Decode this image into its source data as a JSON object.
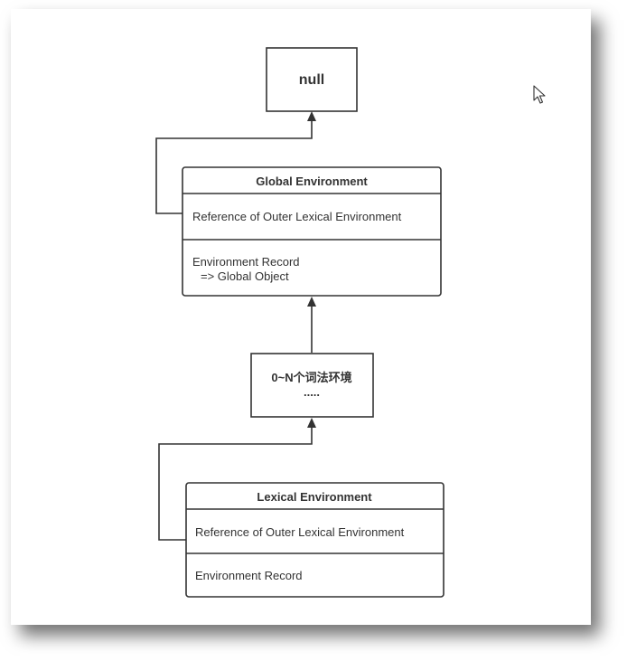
{
  "null_box": {
    "label": "null"
  },
  "global_env": {
    "title": "Global Environment",
    "outer_ref": "Reference of Outer Lexical Environment",
    "record_line1": "Environment Record",
    "record_line2": "=> Global Object"
  },
  "intermediate": {
    "line1": "0~N个词法环境",
    "line2": "....."
  },
  "lexical_env": {
    "title": "Lexical Environment",
    "outer_ref": "Reference of Outer Lexical Environment",
    "record": "Environment Record"
  },
  "colors": {
    "stroke": "#333333",
    "text": "#333333",
    "background": "#ffffff"
  },
  "icons": {
    "cursor": "mouse-pointer-icon"
  }
}
